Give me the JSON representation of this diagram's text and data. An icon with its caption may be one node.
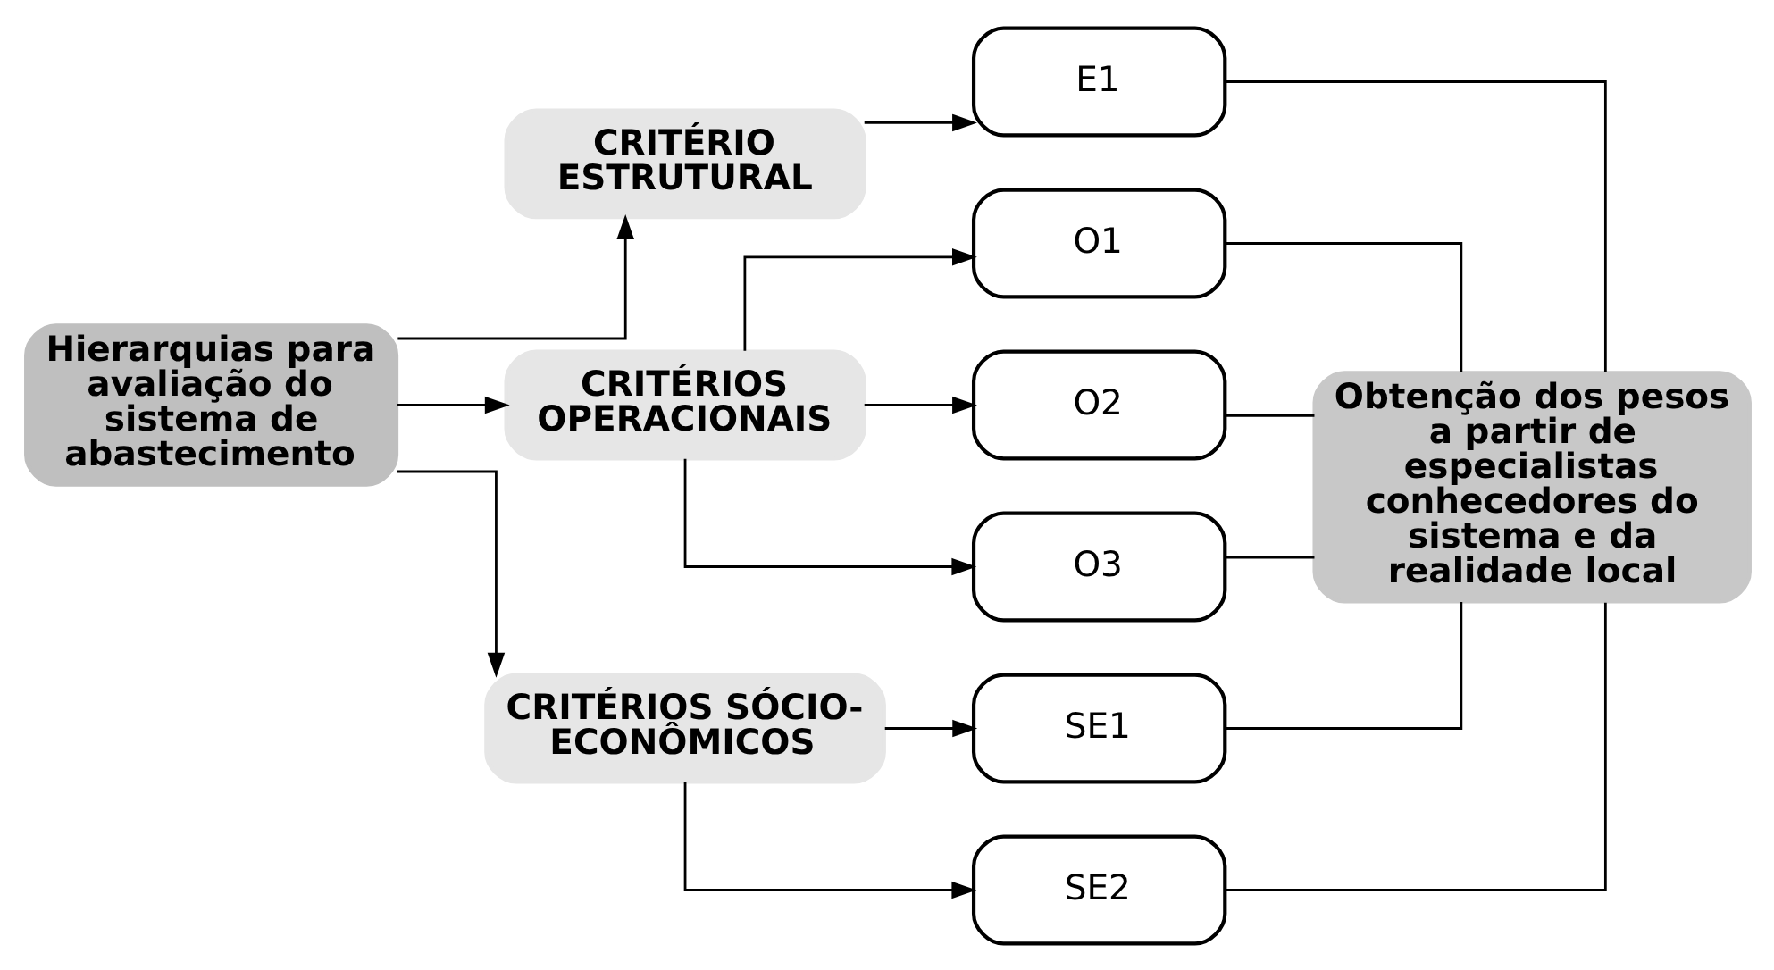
{
  "diagram": {
    "nodes": [
      {
        "text": [
          "Hierarquias para avaliação do sistema de abastecimento"
        ]
      },
      {
        "text": [
          "CRITÉRIO ESTRUTURAL"
        ]
      },
      {
        "text": [
          "CRITÉRIOS OPERACIONAIS"
        ]
      },
      {
        "text": [
          "CRITÉRIOS SÓCIO-ECONÔMICOS"
        ]
      },
      {
        "text": [
          "E1"
        ]
      },
      {
        "text": [
          "O1"
        ]
      },
      {
        "text": [
          "O2"
        ]
      },
      {
        "text": [
          "O3"
        ]
      },
      {
        "text": [
          "SE1"
        ]
      },
      {
        "text": [
          "SE2"
        ]
      },
      {
        "text": [
          "Obtenção dos pesos a partir de especialistas conhecedores do sistema e da realidade local"
        ]
      }
    ],
    "edges": [
      {
        "from": 0,
        "to": 1,
        "arrow": "to"
      },
      {
        "from": 0,
        "to": 2,
        "arrow": "to"
      },
      {
        "from": 0,
        "to": 3,
        "arrow": "to"
      },
      {
        "from": 1,
        "to": 4,
        "arrow": "to"
      },
      {
        "from": 2,
        "to": 5,
        "arrow": "to"
      },
      {
        "from": 2,
        "to": 6,
        "arrow": "to"
      },
      {
        "from": 2,
        "to": 7,
        "arrow": "to"
      },
      {
        "from": 3,
        "to": 8,
        "arrow": "to"
      },
      {
        "from": 3,
        "to": 9,
        "arrow": "to"
      },
      {
        "from": 4,
        "to": 10,
        "arrow": "none"
      },
      {
        "from": 5,
        "to": 10,
        "arrow": "none"
      },
      {
        "from": 6,
        "to": 10,
        "arrow": "none"
      },
      {
        "from": 7,
        "to": 10,
        "arrow": "none"
      },
      {
        "from": 8,
        "to": 10,
        "arrow": "none"
      },
      {
        "from": 9,
        "to": 10,
        "arrow": "none"
      }
    ]
  }
}
